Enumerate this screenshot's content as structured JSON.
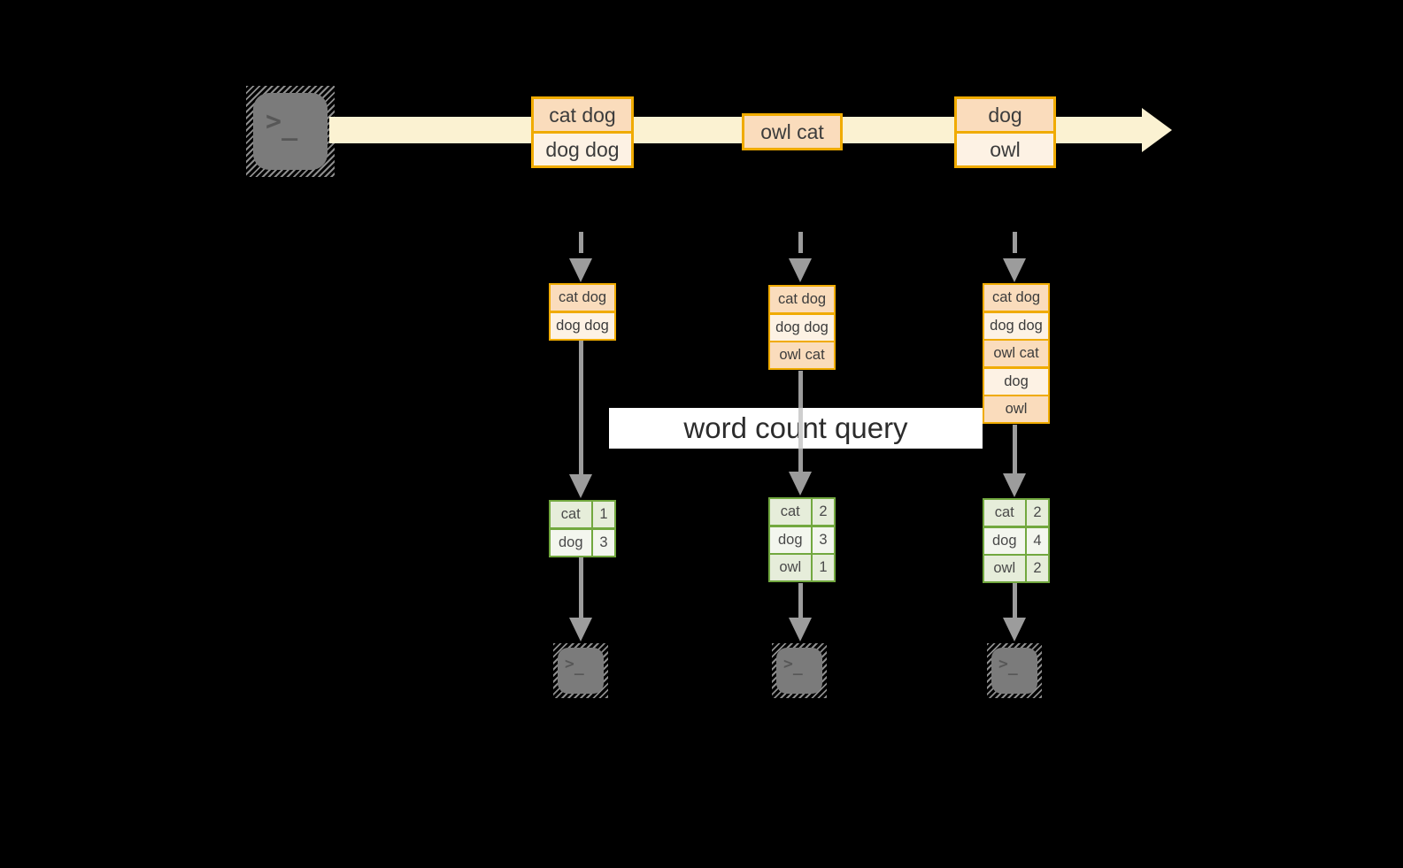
{
  "palette": {
    "background": "#000000",
    "amber_border": "#f0ab00",
    "record_peach": "#fadcbc",
    "record_cream": "#fdf2e4",
    "stream_band": "#fbf2d2",
    "green_border": "#72a83f",
    "green_row_dark": "#e6edda",
    "green_row_light": "#f3f6ee",
    "arrow_gray": "#9c9c9c",
    "terminal_gray": "#7b7b7b",
    "banner_bg": "#ffffff"
  },
  "icons": {
    "producer": "terminal-icon",
    "consumers": [
      "terminal-icon",
      "terminal-icon",
      "terminal-icon"
    ],
    "prompt_glyph": ">_"
  },
  "stream": {
    "records": [
      {
        "lines": [
          "cat dog",
          "dog dog"
        ]
      },
      {
        "lines": [
          "owl cat"
        ]
      },
      {
        "lines": [
          "dog",
          "owl"
        ]
      }
    ]
  },
  "query_banner": {
    "label": "word count query"
  },
  "columns": [
    {
      "log": [
        "cat dog",
        "dog dog"
      ],
      "counts": [
        [
          "cat",
          "1"
        ],
        [
          "dog",
          "3"
        ]
      ]
    },
    {
      "log": [
        "cat dog",
        "dog dog",
        "owl cat"
      ],
      "counts": [
        [
          "cat",
          "2"
        ],
        [
          "dog",
          "3"
        ],
        [
          "owl",
          "1"
        ]
      ]
    },
    {
      "log": [
        "cat dog",
        "dog dog",
        "owl cat",
        "dog",
        "owl"
      ],
      "counts": [
        [
          "cat",
          "2"
        ],
        [
          "dog",
          "4"
        ],
        [
          "owl",
          "2"
        ]
      ]
    }
  ]
}
